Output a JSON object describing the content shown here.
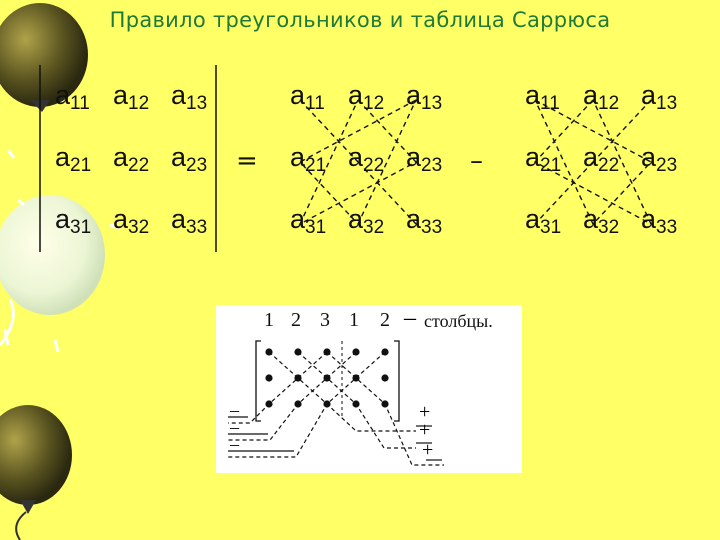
{
  "slide": {
    "title": "Правило треугольников и таблица Саррюса",
    "equals": "=",
    "minus": "–",
    "matrix_letter": "a"
  },
  "matrix": {
    "rows": [
      [
        "11",
        "12",
        "13"
      ],
      [
        "21",
        "22",
        "23"
      ],
      [
        "31",
        "32",
        "33"
      ]
    ]
  },
  "sarrus": {
    "column_numbers": [
      "1",
      "2",
      "3",
      "1",
      "2"
    ],
    "columns_dash": "–",
    "columns_label": "столбцы.",
    "plus_signs": [
      "+",
      "+",
      "+"
    ],
    "minus_signs": [
      "–",
      "–",
      "–"
    ]
  },
  "colors": {
    "background": "#ffff66",
    "title": "#1f7a3a"
  }
}
